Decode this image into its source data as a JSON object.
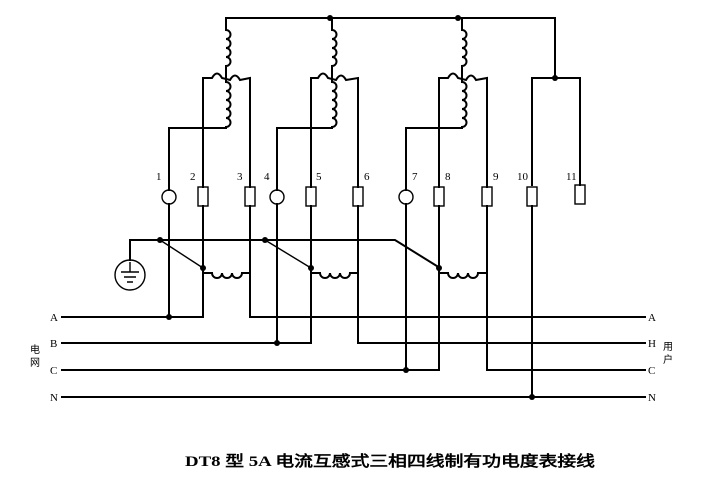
{
  "terminals": [
    "1",
    "2",
    "3",
    "4",
    "5",
    "6",
    "7",
    "8",
    "9",
    "10",
    "11"
  ],
  "grid_side": {
    "label": "电网",
    "label_chars": [
      "电",
      "网"
    ],
    "lines": [
      "A",
      "B",
      "C",
      "N"
    ]
  },
  "user_side": {
    "label": "用户",
    "label_chars": [
      "用",
      "户"
    ],
    "lines": [
      "A",
      "H",
      "C",
      "N"
    ]
  },
  "caption": "DT8 型 5A 电流互感式三相四线制有功电度表接线"
}
